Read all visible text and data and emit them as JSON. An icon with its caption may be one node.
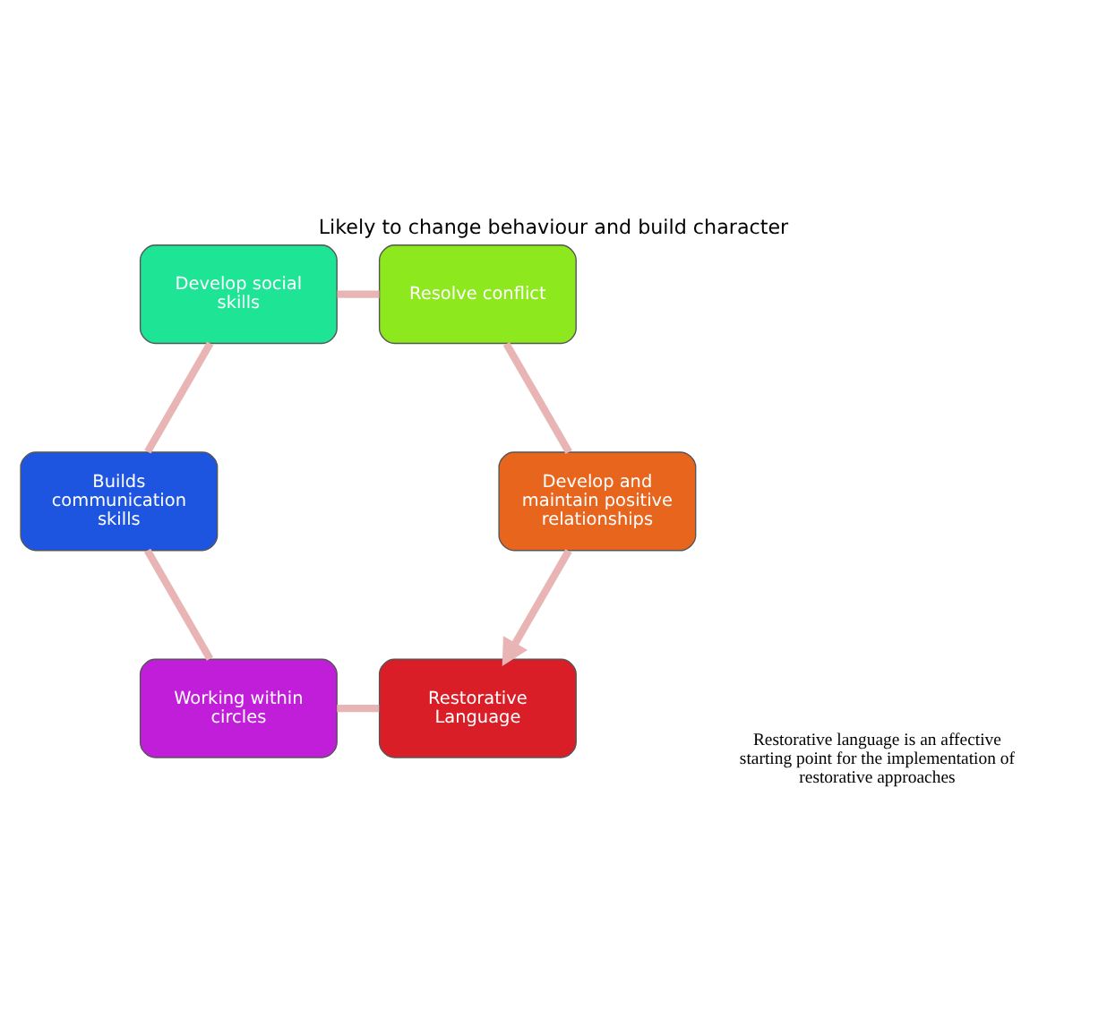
{
  "diagram": {
    "title": "Likely to change behaviour and build character",
    "nodes": [
      {
        "text": [
          "Restorative Language"
        ]
      },
      {
        "text": [
          "Working within circles"
        ]
      },
      {
        "text": [
          "Builds communication skills"
        ]
      },
      {
        "text": [
          "Develop social skills"
        ]
      },
      {
        "text": [
          "Resolve conflict"
        ]
      },
      {
        "text": [
          "Develop and maintain positive relationships"
        ]
      }
    ],
    "edges": [
      {
        "from": 0,
        "to": 1,
        "arrow": "none"
      },
      {
        "from": 1,
        "to": 2,
        "arrow": "none"
      },
      {
        "from": 2,
        "to": 3,
        "arrow": "none"
      },
      {
        "from": 3,
        "to": 4,
        "arrow": "none"
      },
      {
        "from": 4,
        "to": 5,
        "arrow": "none"
      },
      {
        "from": 5,
        "to": 0,
        "arrow": "to"
      }
    ],
    "labels": [
      "Restorative language is an affective starting point for the implementation of restorative approaches"
    ]
  }
}
